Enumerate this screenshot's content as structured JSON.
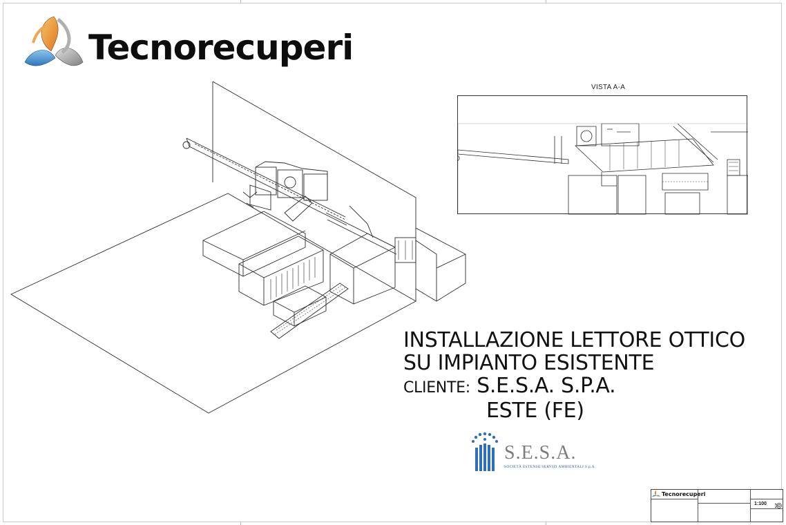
{
  "brand": {
    "name": "Tecnorecuperi"
  },
  "drawing": {
    "view_title": "VISTA A-A",
    "iso_view": "isometric-plant-view",
    "section_view": "section-a-a"
  },
  "title_block": {
    "line1": "INSTALLAZIONE LETTORE OTTICO",
    "line2": "SU IMPIANTO ESISTENTE",
    "client_label": "CLIENTE:",
    "client_name": "S.E.S.A. S.P.A.",
    "client_city": "ESTE (FE)"
  },
  "client_logo": {
    "name": "S.E.S.A.",
    "subtitle": "SOCIETÀ ESTENSE SERVIZI AMBIENTALI S.p.A."
  },
  "cartouche": {
    "brand": "Tecnorecuperi",
    "scale": "1:100"
  },
  "colors": {
    "logo_orange": "#e8892a",
    "logo_blue": "#3b88c8",
    "logo_grey": "#8a8a8a",
    "sesa_blue": "#2d6fb8",
    "line": "#2a2a2a"
  }
}
